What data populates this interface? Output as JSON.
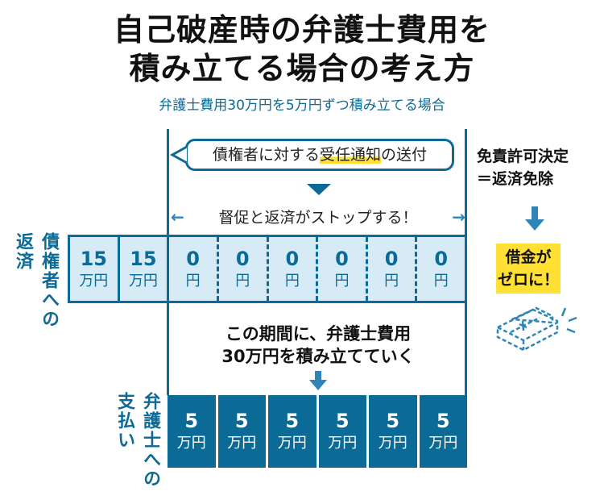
{
  "header": {
    "title_line1": "自己破産時の弁護士費用を",
    "title_line2": "積み立てる場合の考え方",
    "subtitle": "弁護士費用30万円を5万円ずつ積み立てる場合"
  },
  "notice": {
    "prefix": "債権者に対する",
    "highlight": "受任通知",
    "suffix": "の送付"
  },
  "stop_message": {
    "left_arrow": "←",
    "text": "督促と返済がストップする！",
    "right_arrow": "→"
  },
  "creditor_row": {
    "label_col1": "返済",
    "label_col2": "債権者への",
    "cells": [
      {
        "num": "15",
        "unit": "万円"
      },
      {
        "num": "15",
        "unit": "万円"
      },
      {
        "num": "0",
        "unit": "円"
      },
      {
        "num": "0",
        "unit": "円"
      },
      {
        "num": "0",
        "unit": "円"
      },
      {
        "num": "0",
        "unit": "円"
      },
      {
        "num": "0",
        "unit": "円"
      },
      {
        "num": "0",
        "unit": "円"
      }
    ]
  },
  "middle_note": {
    "line1": "この期間に、弁護士費用",
    "line2": "30万円を積み立てていく"
  },
  "lawyer_row": {
    "label_col1": "支払い",
    "label_col2": "弁護士への",
    "cells": [
      {
        "num": "5",
        "unit": "万円"
      },
      {
        "num": "5",
        "unit": "万円"
      },
      {
        "num": "5",
        "unit": "万円"
      },
      {
        "num": "5",
        "unit": "万円"
      },
      {
        "num": "5",
        "unit": "万円"
      },
      {
        "num": "5",
        "unit": "万円"
      }
    ]
  },
  "result": {
    "line1": "免責許可決定",
    "line2": "＝返済免除",
    "zero_line1": "借金が",
    "zero_line2": "ゼロに！",
    "icon": "money-stack-dashed-icon"
  },
  "colors": {
    "primary_blue": "#0b6a96",
    "light_blue": "#d7ebf6",
    "highlight_yellow": "#ffe033",
    "arrow_blue": "#2f86b6"
  }
}
